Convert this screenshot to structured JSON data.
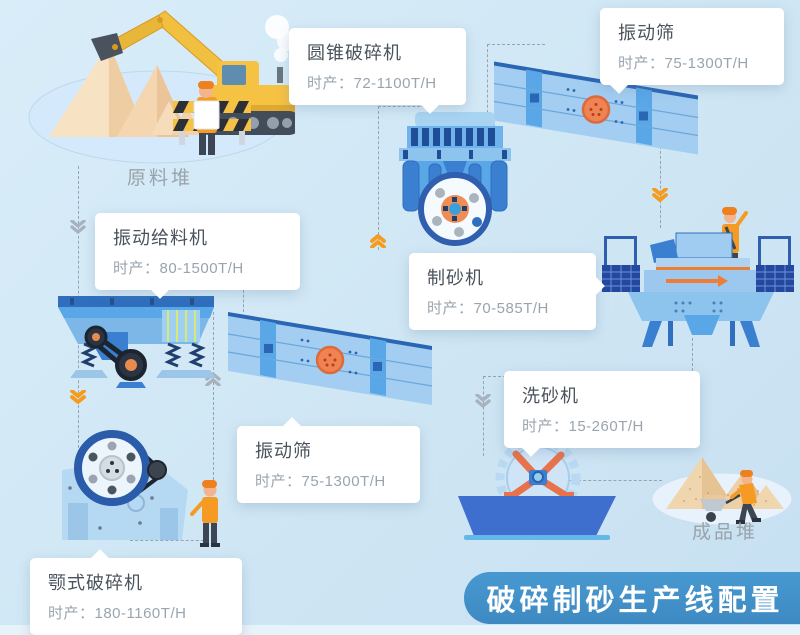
{
  "banner": {
    "title": "破碎制砂生产线配置"
  },
  "captions": {
    "raw_pile": "原料堆",
    "finished_pile": "成品堆"
  },
  "labels": {
    "cone_crusher": {
      "title": "圆锥破碎机",
      "value": "时产：72-1100T/H"
    },
    "screen_top": {
      "title": "振动筛",
      "value": "时产：75-1300T/H"
    },
    "feeder": {
      "title": "振动给料机",
      "value": "时产：80-1500T/H"
    },
    "sand_maker": {
      "title": "制砂机",
      "value": "时产：70-585T/H"
    },
    "screen_mid": {
      "title": "振动筛",
      "value": "时产：75-1300T/H"
    },
    "washer": {
      "title": "洗砂机",
      "value": "时产：15-260T/H"
    },
    "jaw_crusher": {
      "title": "颚式破碎机",
      "value": "时产：180-1160T/H"
    }
  },
  "flow_order": [
    "原料堆",
    "振动给料机",
    "颚式破碎机",
    "振动筛",
    "圆锥破碎机",
    "振动筛",
    "制砂机",
    "洗砂机",
    "成品堆"
  ],
  "colors": {
    "banner_bg": "#4193ca",
    "label_title": "#4a535d",
    "label_value": "#9aa4ae",
    "dashed_line": "#95a4b4",
    "arrow_gray": "#a7b2bf",
    "arrow_orange": "#f59b1e",
    "machine_blue": "#5aa7e8",
    "machine_blue_dark": "#2f5fae",
    "motor_orange": "#ef8352",
    "sand": "#f2d7b0",
    "worker_orange": "#f59a23"
  }
}
